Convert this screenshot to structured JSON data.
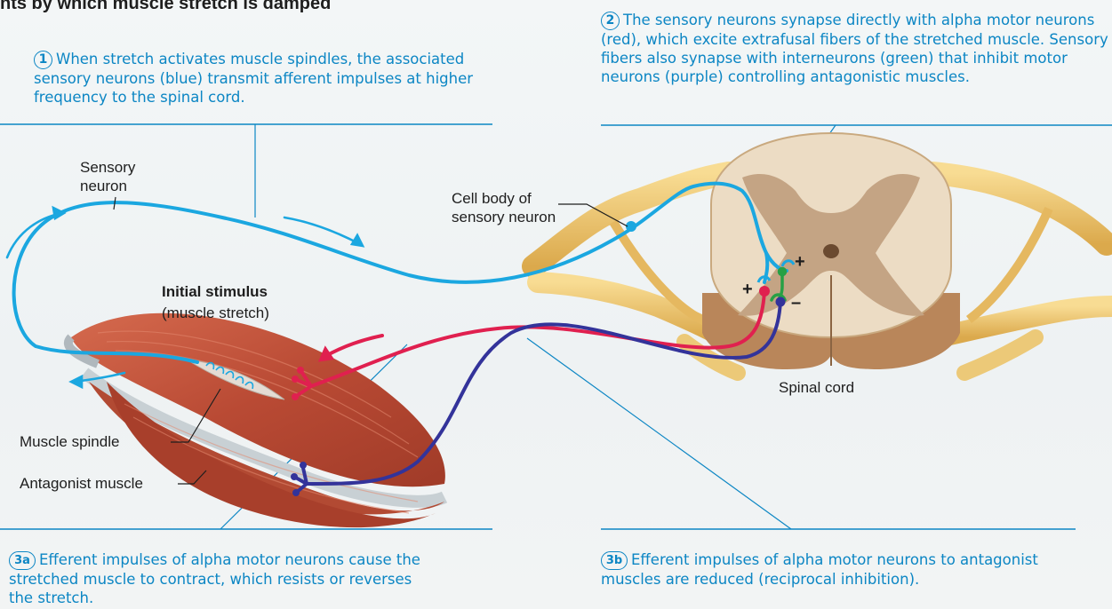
{
  "title": "nts by which muscle stretch is damped",
  "step1": {
    "num": "1",
    "text": "When stretch activates muscle spindles, the associated sensory neurons (blue) transmit afferent impulses at higher frequency to the spinal cord."
  },
  "step2": {
    "num": "2",
    "text": "The sensory neurons synapse directly with alpha motor neurons (red), which excite extrafusal fibers of the stretched muscle. Sensory fibers also synapse with interneurons (green) that inhibit motor neurons (purple) controlling antagonistic muscles."
  },
  "step3a": {
    "num": "3a",
    "text": "Efferent impulses of alpha motor neurons cause the stretched muscle to contract, which resists or reverses the stretch."
  },
  "step3b": {
    "num": "3b",
    "text": "Efferent impulses of alpha motor neurons to antagonist muscles are reduced (reciprocal inhibition)."
  },
  "labels": {
    "sensory_neuron": "Sensory neuron",
    "cell_body": "Cell body of sensory neuron",
    "initial_stimulus": "Initial stimulus",
    "muscle_stretch": "(muscle stretch)",
    "muscle_spindle": "Muscle spindle",
    "antagonist_muscle": "Antagonist muscle",
    "spinal_cord": "Spinal cord"
  },
  "signs": {
    "plus_right": "+",
    "plus_left": "+",
    "minus": "–"
  },
  "colors": {
    "sensory": "#1ba7e0",
    "motor": "#e0204f",
    "inter": "#27a045",
    "inhibited_motor": "#33339a",
    "caption": "#0c86c4",
    "muscle": "#c2553d",
    "nerve": "#efc56f",
    "grey_matter": "#c4a484",
    "white_matter": "#ecdcc4"
  }
}
